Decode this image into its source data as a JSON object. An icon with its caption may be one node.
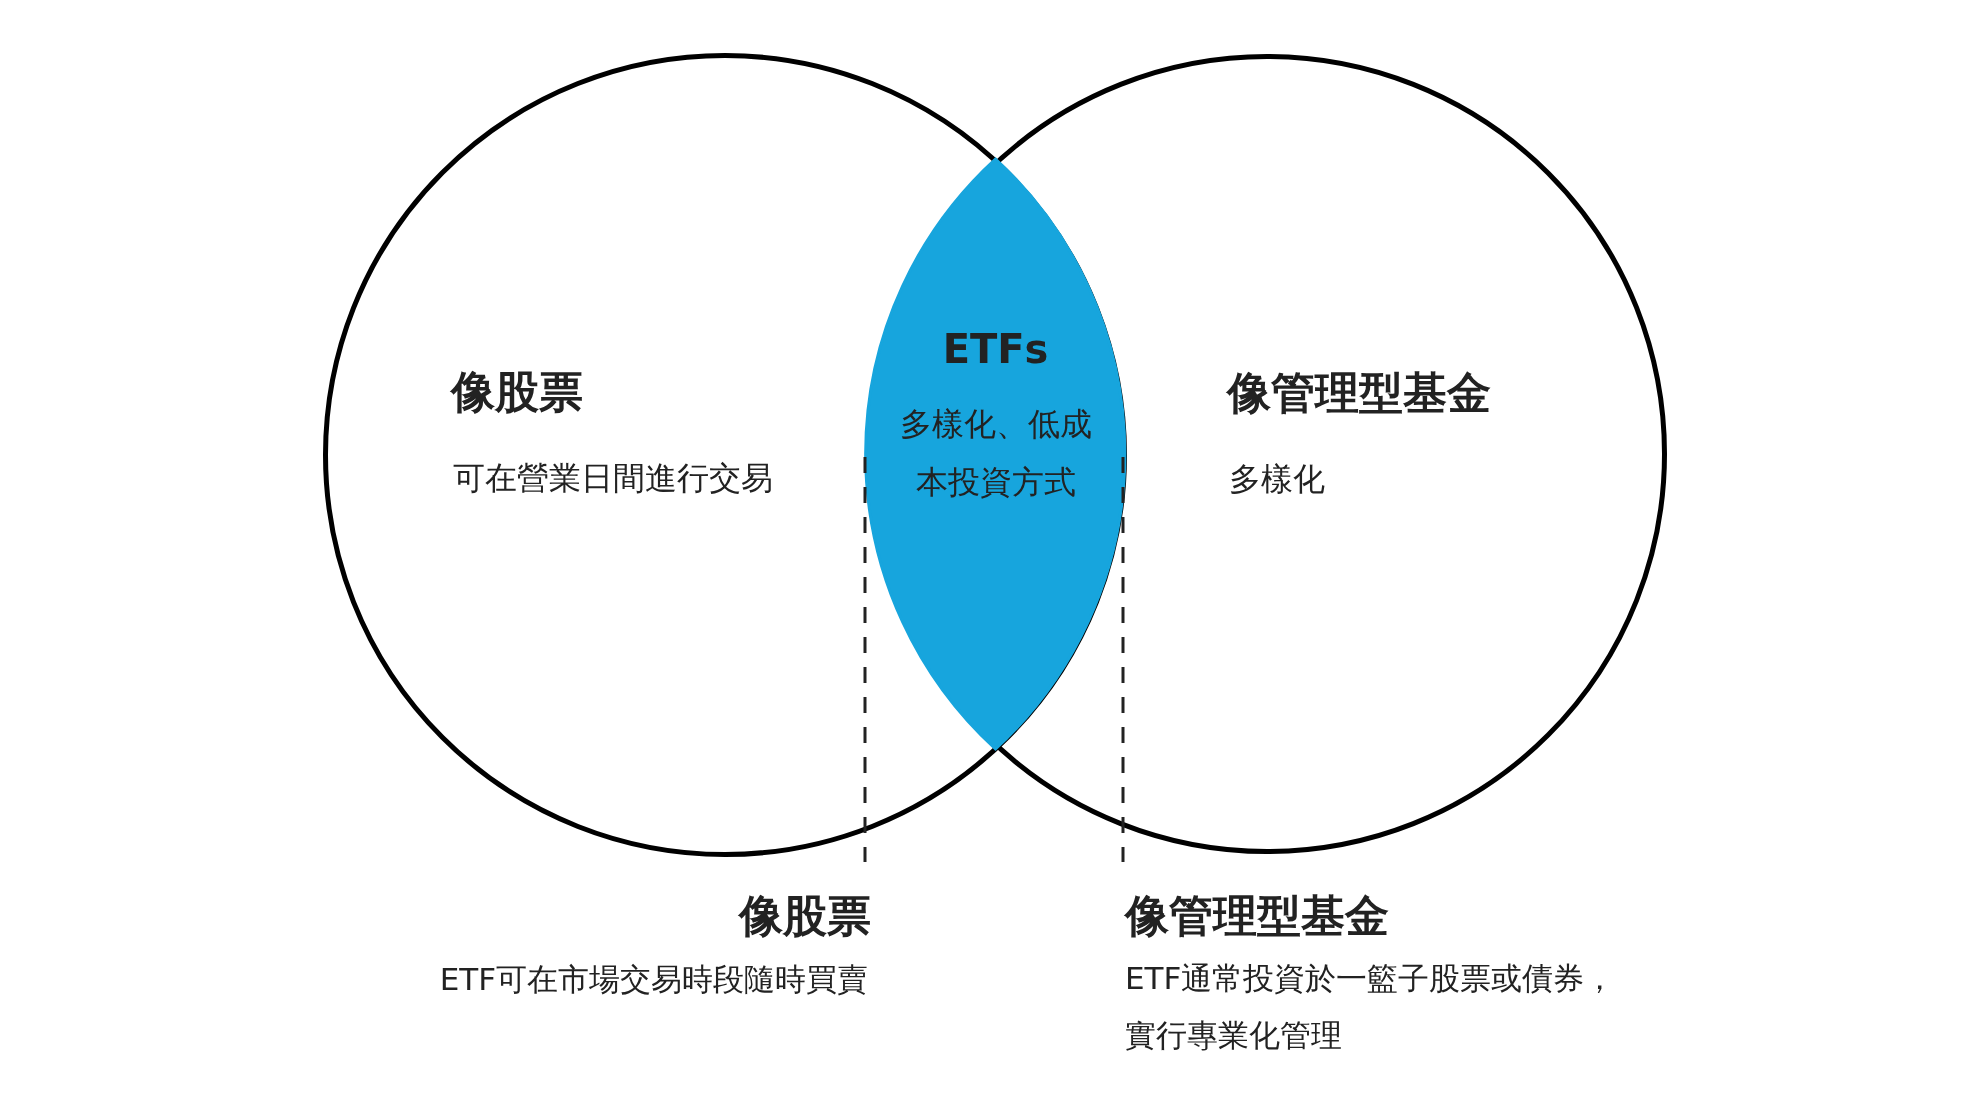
{
  "diagram": {
    "nodes": [
      {
        "text": [
          "像股票",
          "可在營業日間進行交易"
        ]
      },
      {
        "text": [
          "像管理型基金",
          "多樣化"
        ]
      },
      {
        "text": [
          "ETFs",
          "多樣化、低成本投資方式"
        ]
      }
    ],
    "labels": [
      "像股票",
      "ETF可在市場交易時段隨時買賣",
      "像管理型基金",
      "ETF通常投資於一籃子股票或債券，實行專業化管理"
    ]
  }
}
